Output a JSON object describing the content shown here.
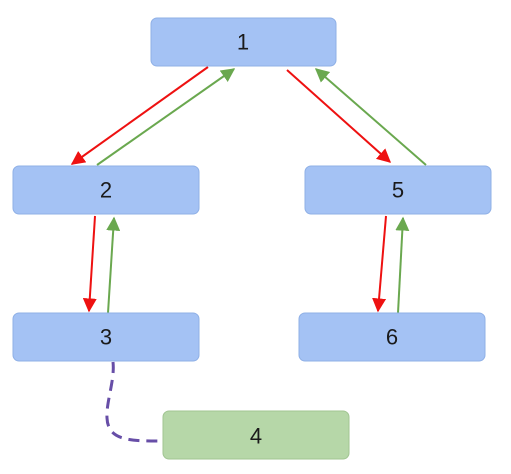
{
  "nodes": [
    {
      "id": "n1",
      "label": "1",
      "kind": "blue"
    },
    {
      "id": "n2",
      "label": "2",
      "kind": "blue"
    },
    {
      "id": "n5",
      "label": "5",
      "kind": "blue"
    },
    {
      "id": "n3",
      "label": "3",
      "kind": "blue"
    },
    {
      "id": "n6",
      "label": "6",
      "kind": "blue"
    },
    {
      "id": "n4",
      "label": "4",
      "kind": "green"
    }
  ],
  "colors": {
    "blue_fill": "#a4c2f4",
    "blue_stroke": "#8fb0e6",
    "green_fill": "#b6d7a8",
    "green_stroke": "#a1c592",
    "forward_edge": "#ee1111",
    "return_edge": "#6aa84f",
    "dashed_link": "#674ea7"
  },
  "edges": [
    {
      "from": "n1",
      "to": "n2",
      "kind": "forward"
    },
    {
      "from": "n2",
      "to": "n1",
      "kind": "return"
    },
    {
      "from": "n1",
      "to": "n5",
      "kind": "forward"
    },
    {
      "from": "n5",
      "to": "n1",
      "kind": "return"
    },
    {
      "from": "n2",
      "to": "n3",
      "kind": "forward"
    },
    {
      "from": "n3",
      "to": "n2",
      "kind": "return"
    },
    {
      "from": "n5",
      "to": "n6",
      "kind": "forward"
    },
    {
      "from": "n6",
      "to": "n5",
      "kind": "return"
    },
    {
      "from": "n3",
      "to": "n4",
      "kind": "dashed"
    }
  ]
}
